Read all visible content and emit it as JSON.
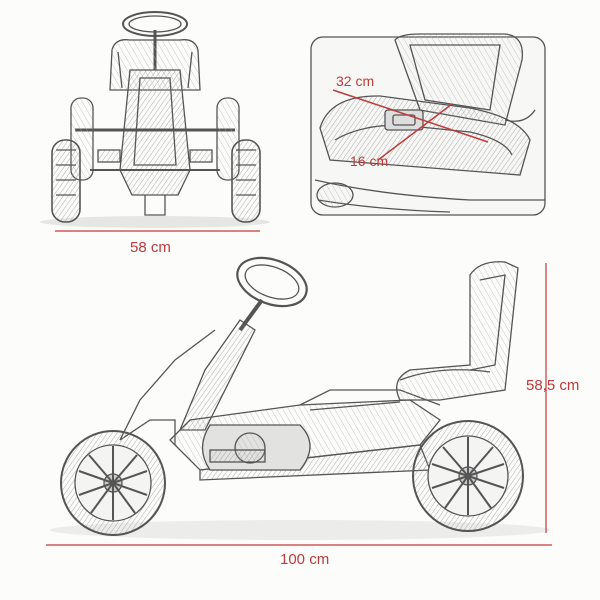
{
  "dimensions": {
    "front_width": "58 cm",
    "total_height": "58,5 cm",
    "total_length": "100 cm",
    "seat_depth": "32 cm",
    "seat_width": "16 cm"
  },
  "colors": {
    "dimension": "#c23a3a",
    "sketch": "#555555",
    "paper": "#fcfcfb"
  }
}
